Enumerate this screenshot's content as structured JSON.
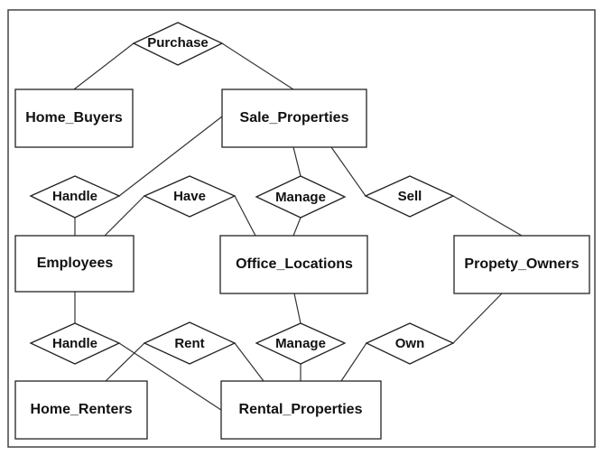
{
  "entities": {
    "home_buyers": "Home_Buyers",
    "sale_properties": "Sale_Properties",
    "employees": "Employees",
    "office_locations": "Office_Locations",
    "property_owners": "Propety_Owners",
    "home_renters": "Home_Renters",
    "rental_properties": "Rental_Properties"
  },
  "relationships": {
    "purchase": "Purchase",
    "handle_sale": "Handle",
    "have": "Have",
    "manage_sale": "Manage",
    "sell": "Sell",
    "handle_rental": "Handle",
    "rent": "Rent",
    "manage_rental": "Manage",
    "own": "Own"
  },
  "colors": {
    "stroke": "#222222",
    "fill": "#ffffff",
    "text": "#111111"
  }
}
